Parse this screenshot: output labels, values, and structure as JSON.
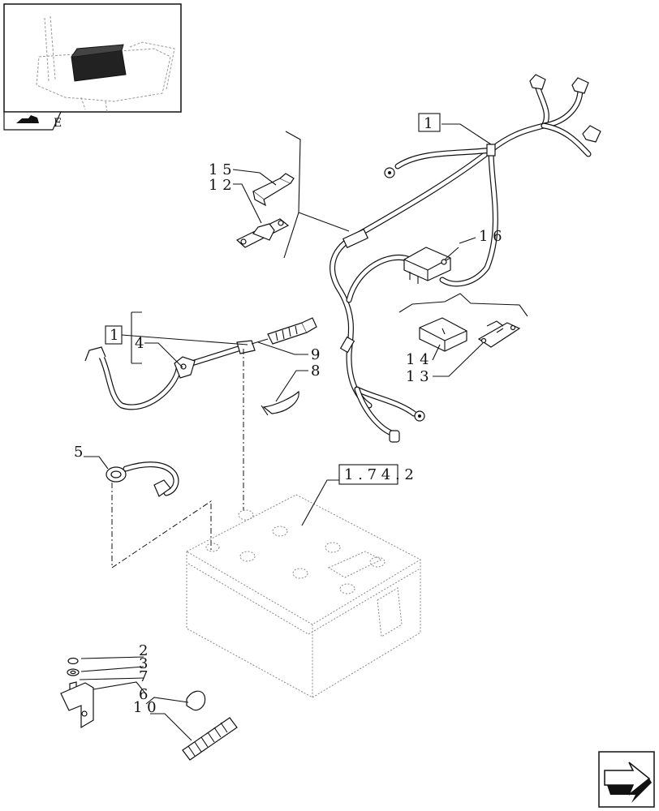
{
  "callouts": {
    "ref_1_top": "1",
    "ref_1_left": "1",
    "ref_1_74_2": "1 . 7 4 . 2",
    "p2": "2",
    "p3": "3",
    "p4": "4",
    "p5": "5",
    "p6": "6",
    "p7": "7",
    "p8": "8",
    "p9": "9",
    "p10": "1 0",
    "p12": "1 2",
    "p13": "1 3",
    "p14": "1 4",
    "p15": "1 5",
    "p16": "1 6"
  },
  "thumbnail": {
    "section_letter": "E"
  },
  "nav": {
    "icon": "next-page-arrow-icon"
  }
}
